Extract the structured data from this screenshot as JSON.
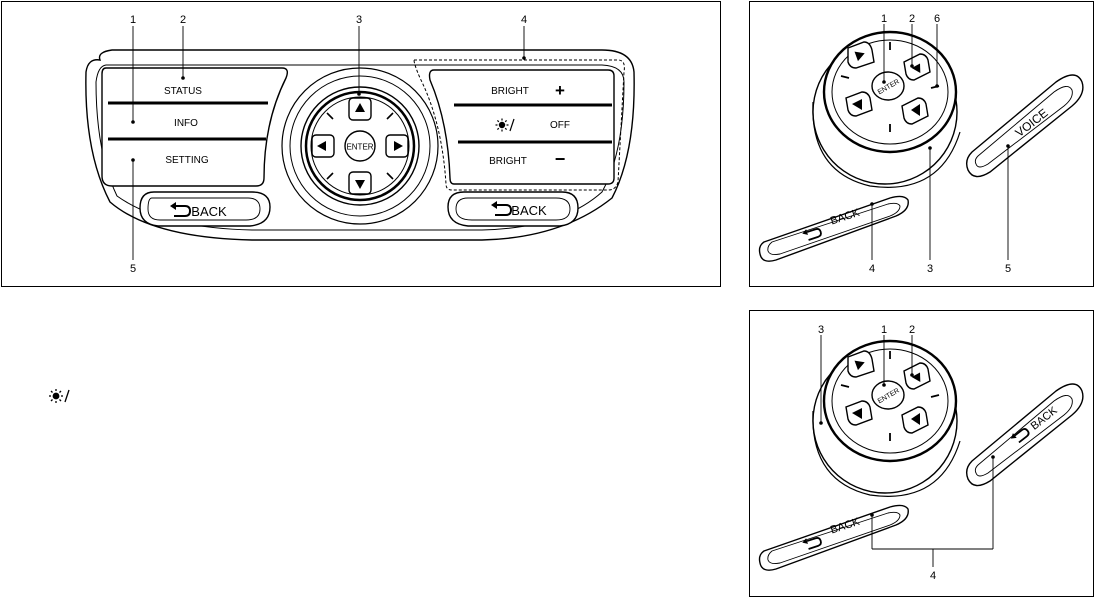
{
  "main_panel": {
    "callouts": {
      "c1": "1",
      "c2": "2",
      "c3": "3",
      "c4": "4",
      "c5": "5"
    },
    "left_buttons": {
      "status": "STATUS",
      "info": "INFO",
      "setting": "SETTING"
    },
    "right_buttons": {
      "bright_up": "BRIGHT",
      "plus": "+",
      "off": "OFF",
      "bright_down": "BRIGHT",
      "minus": "−"
    },
    "dial": {
      "enter": "ENTER"
    },
    "back_left": "BACK",
    "back_right": "BACK"
  },
  "top_right_panel": {
    "callouts": {
      "c1": "1",
      "c2": "2",
      "c6": "6",
      "c4": "4",
      "c3": "3",
      "c5": "5"
    },
    "dial": {
      "enter": "ENTER"
    },
    "back": "BACK",
    "voice": "VOICE"
  },
  "bottom_right_panel": {
    "callouts": {
      "c3": "3",
      "c1": "1",
      "c2": "2",
      "c4": "4"
    },
    "dial": {
      "enter": "ENTER"
    },
    "back_left": "BACK",
    "back_right": "BACK"
  },
  "icons": [
    "day-night-icon",
    "back-arrow-icon"
  ]
}
